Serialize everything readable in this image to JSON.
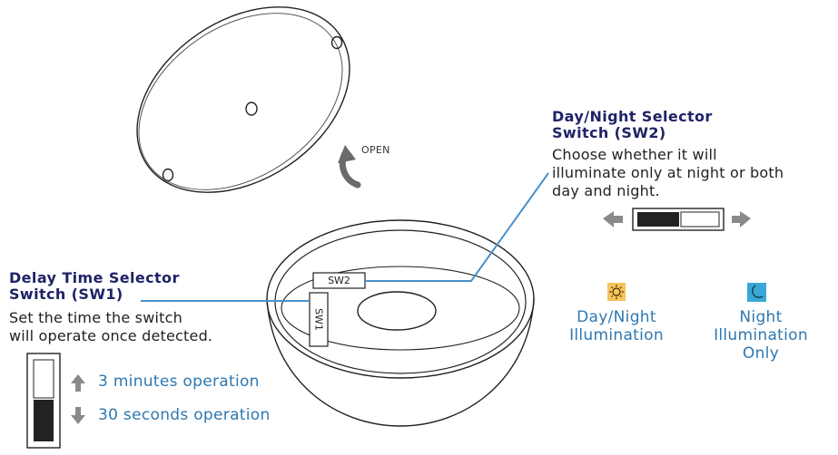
{
  "open_label": "OPEN",
  "sw2_label": "SW2",
  "sw1_label": "SW1",
  "sw2_callout": {
    "heading_line1": "Day/Night Selector",
    "heading_line2": "Switch (SW2)",
    "body_line1": "Choose whether it will",
    "body_line2": "illuminate only at night or both",
    "body_line3": "day and night."
  },
  "sw1_callout": {
    "heading_line1": "Delay Time Selector",
    "heading_line2": "Switch (SW1)",
    "body_line1": "Set the time the switch",
    "body_line2": "will operate once detected."
  },
  "sw1_options": {
    "up_label": "3 minutes operation",
    "down_label": "30 seconds operation"
  },
  "modes": {
    "day_night_line1": "Day/Night",
    "day_night_line2": "Illumination",
    "night_line1": "Night",
    "night_line2": "Illumination",
    "night_line3": "Only"
  },
  "icons": {
    "open_arrow": "curved-arrow-icon",
    "left_arrow": "arrow-left-icon",
    "right_arrow": "arrow-right-icon",
    "up_arrow": "arrow-up-icon",
    "down_arrow": "arrow-down-icon",
    "sun": "sun-icon",
    "moon": "moon-icon"
  },
  "colors": {
    "heading": "#1f2366",
    "accent_blue": "#2e78b0",
    "callout_line": "#4a90c8",
    "sun_bg": "#f5c45a",
    "moon_bg": "#3aa7d6",
    "arrow_gray": "#8a8a8a"
  }
}
